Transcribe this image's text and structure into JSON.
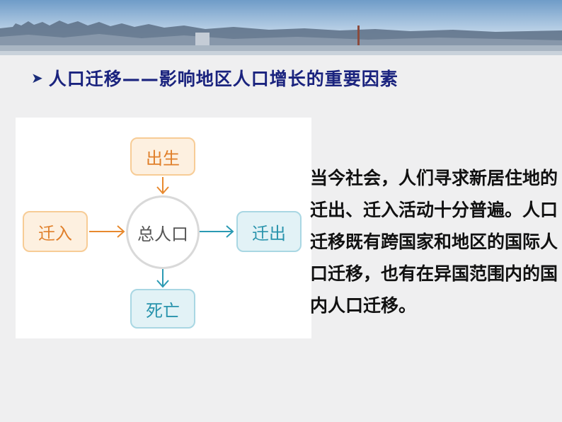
{
  "slide": {
    "heading": "人口迁移——影响地区人口增长的重要因素",
    "paragraph": "当今社会，人们寻求新居住地的迁出、迁入活动十分普遍。人口迁移既有跨国家和地区的国际人口迁移，也有在异国范围内的国内人口迁移。"
  },
  "diagram": {
    "center": "总人口",
    "top": "出生",
    "left": "迁入",
    "right": "迁出",
    "bottom": "死亡"
  },
  "colors": {
    "heading": "#1a237e",
    "inflow": "#e8892e",
    "outflow": "#2a9ab3",
    "center_ring": "#d9d9d9"
  },
  "icons": {
    "bullet": "arrowhead-bullet-icon"
  }
}
